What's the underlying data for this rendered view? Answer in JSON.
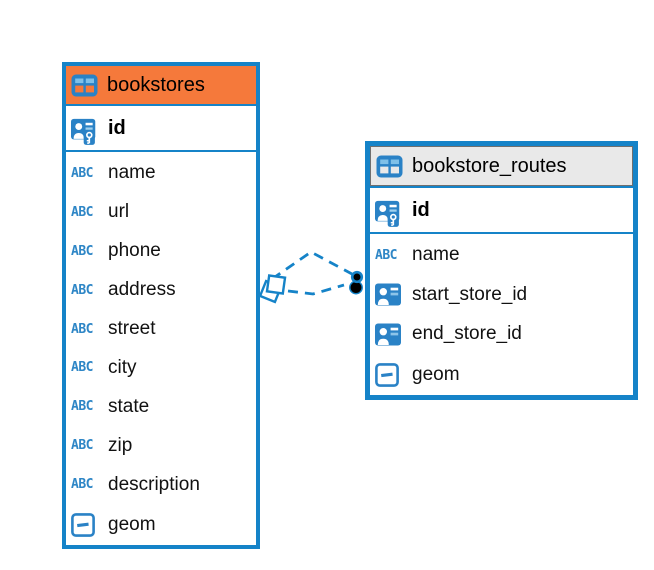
{
  "icons": {
    "text_type_label": "ABC"
  },
  "colors": {
    "accent_blue": "#1583C8",
    "table_header_orange": "#F5793B",
    "table_header_gray": "#E9E9E9",
    "relationship_dot_black": "#000000"
  },
  "tables": [
    {
      "title": "bookstores",
      "header_color": "#F5793B",
      "primary_key": {
        "name": "id",
        "type_icon": "primary-key"
      },
      "fields": [
        {
          "name": "name",
          "type_icon": "text"
        },
        {
          "name": "url",
          "type_icon": "text"
        },
        {
          "name": "phone",
          "type_icon": "text"
        },
        {
          "name": "address",
          "type_icon": "text"
        },
        {
          "name": "street",
          "type_icon": "text"
        },
        {
          "name": "city",
          "type_icon": "text"
        },
        {
          "name": "state",
          "type_icon": "text"
        },
        {
          "name": "zip",
          "type_icon": "text"
        },
        {
          "name": "description",
          "type_icon": "text"
        },
        {
          "name": "geom",
          "type_icon": "geometry"
        }
      ]
    },
    {
      "title": "bookstore_routes",
      "header_color": "#E9E9E9",
      "primary_key": {
        "name": "id",
        "type_icon": "primary-key"
      },
      "fields": [
        {
          "name": "name",
          "type_icon": "text"
        },
        {
          "name": "start_store_id",
          "type_icon": "reference"
        },
        {
          "name": "end_store_id",
          "type_icon": "reference"
        },
        {
          "name": "geom",
          "type_icon": "geometry"
        }
      ]
    }
  ],
  "relationships": [
    {
      "from": "bookstores",
      "to": "bookstore_routes",
      "style": "dashed"
    },
    {
      "from": "bookstores",
      "to": "bookstore_routes",
      "style": "dashed"
    }
  ]
}
